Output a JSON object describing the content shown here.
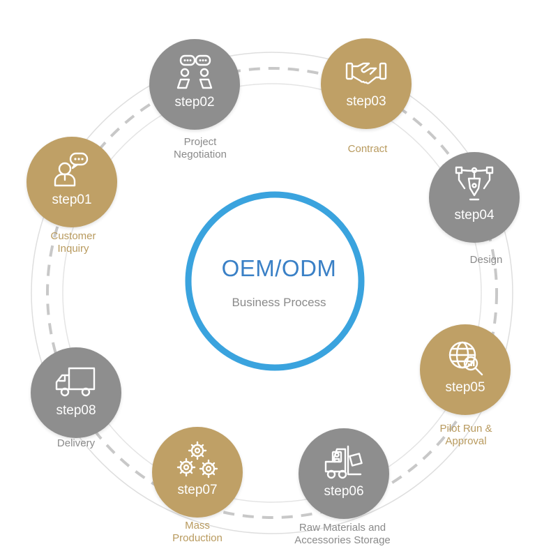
{
  "center": {
    "title": "OEM/ODM",
    "subtitle": "Business Process"
  },
  "colors": {
    "gold": "#bfa066",
    "gray": "#8e8e8e",
    "ring_blue": "#3aa3de",
    "caption_gold": "#b89a5e",
    "caption_gray": "#8a8a8a"
  },
  "steps": [
    {
      "label": "step01",
      "caption_lines": [
        "Customer",
        "Inquiry"
      ],
      "tone": "gold",
      "icon": "customer-service-icon"
    },
    {
      "label": "step02",
      "caption_lines": [
        "Project",
        "Negotiation"
      ],
      "tone": "gray",
      "icon": "negotiation-chat-icon"
    },
    {
      "label": "step03",
      "caption_lines": [
        "Contract"
      ],
      "tone": "gold",
      "icon": "handshake-icon"
    },
    {
      "label": "step04",
      "caption_lines": [
        "Design"
      ],
      "tone": "gray",
      "icon": "pen-tool-icon"
    },
    {
      "label": "step05",
      "caption_lines": [
        "Pilot Run &",
        "Approval"
      ],
      "tone": "gold",
      "icon": "globe-search-icon"
    },
    {
      "label": "step06",
      "caption_lines": [
        "Raw Materials and",
        "Accessories Storage"
      ],
      "tone": "gray",
      "icon": "forklift-icon"
    },
    {
      "label": "step07",
      "caption_lines": [
        "Mass",
        "Production"
      ],
      "tone": "gold",
      "icon": "gears-icon"
    },
    {
      "label": "step08",
      "caption_lines": [
        "Delivery"
      ],
      "tone": "gray",
      "icon": "truck-icon"
    }
  ]
}
